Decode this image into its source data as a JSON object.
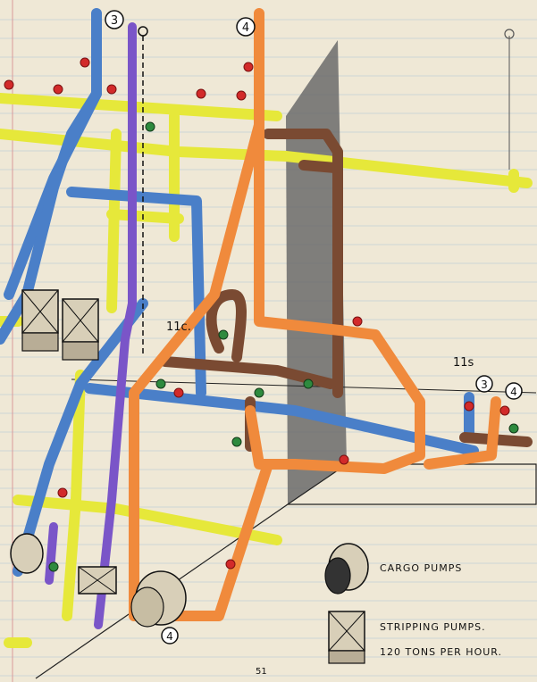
{
  "labels": {
    "pipe_3_top": "3",
    "pipe_4_top": "4",
    "pipe_3_right": "3",
    "pipe_4_right": "4",
    "pipe_4_bottom": "4",
    "label_11c": "11c.",
    "label_11s": "11s",
    "page_number": "51"
  },
  "legend": {
    "cargo_pumps": "CARGO PUMPS",
    "stripping_line1": "STRIPPING PUMPS.",
    "stripping_line2": "120 TONS PER HOUR."
  },
  "colors": {
    "paper": "#efe8d6",
    "ruled_line": "#a9c4d8",
    "margin_line": "#d89a9a",
    "blue_pipe": "#4a7fc8",
    "yellow_pipe": "#e6e83a",
    "orange_pipe": "#f08a3c",
    "brown_pipe": "#7a4a32",
    "purple_pipe": "#7a55c8",
    "valve_red": "#d22a2a",
    "valve_green": "#2e8a3e",
    "bulkhead": "#555555"
  }
}
